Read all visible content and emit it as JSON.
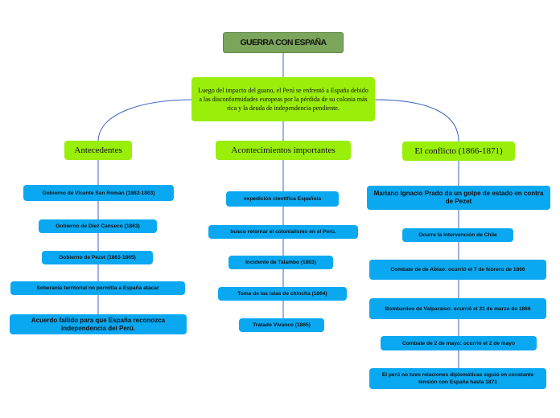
{
  "root": {
    "label": "GUERRA CON ESPAÑA"
  },
  "summary": {
    "text": "Luego del impacto del guano, el Perú se  enfrentó a España debido  a las disconformidades europeas por la pérdida de su colonia más rica y la deuda de independencia pendiente."
  },
  "antecedentes": {
    "label": "Antecedentes",
    "items": [
      "Gobierno de Vicente San Román (1862-1863)",
      "Gobierno de Diez Canseco (1863)",
      "Gobierno de Pezet (1863-1865)",
      "Soberanía territorial no permitía a España atacar",
      "Acuerdo fallido para que España reconozca independencia del Perú."
    ]
  },
  "acontecimientos": {
    "label": "Acontecimientos importantes",
    "items": [
      "expedición científica Española",
      "busco retornar el colonialismo en el Perú.",
      "Incidente de Talambo (1863)",
      "Toma de las islas de chincha (1864)",
      "Tratado Vivanco (1865)"
    ]
  },
  "conflicto": {
    "label": "El conflicto (1866-1871)",
    "items": [
      "Mariano Ignacio Prado da un golpe de estado en contra de Pezet",
      "Ocurre la intervención de Chile",
      "Combate de de Abtao: ocurrió el 7 de febrero de 1866",
      "Bombardeo de Valparaíso: ocurrió el 31 de marzo de 1866",
      "Combate de 2 de mayo: ocurrió el 2 de mayo",
      "El perú no tuvo relaciones diplomáticas siguió en constante tensión con España hasta 1871"
    ]
  },
  "colors": {
    "root": "#7aa55b",
    "topic": "#99ee0a",
    "item": "#0ba8f2",
    "connector": "#3c63c4"
  }
}
